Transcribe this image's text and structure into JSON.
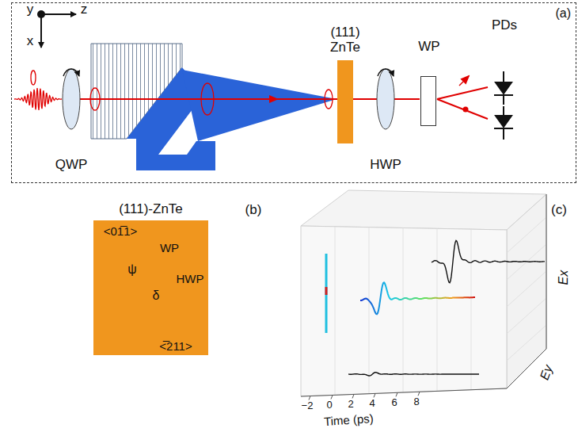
{
  "diagram": {
    "nodes": [
      {
        "text": [
          "(a)"
        ]
      },
      {
        "text": [
          "(111) ZnTe"
        ],
        "in": 0
      },
      {
        "text": [
          "WP"
        ],
        "in": 0
      },
      {
        "text": [
          "(111)-ZnTe"
        ]
      }
    ],
    "labels": [
      "y",
      "z",
      "x",
      "QWP",
      "HWP",
      "PDs",
      "<01̅1>",
      "WP",
      "ψ",
      "HWP",
      "δ",
      "<̅211>",
      "(b)",
      "(c)",
      "−2",
      "0",
      "2",
      "4",
      "6",
      "8",
      "Time (ps)",
      "Ex",
      "Ey"
    ]
  }
}
